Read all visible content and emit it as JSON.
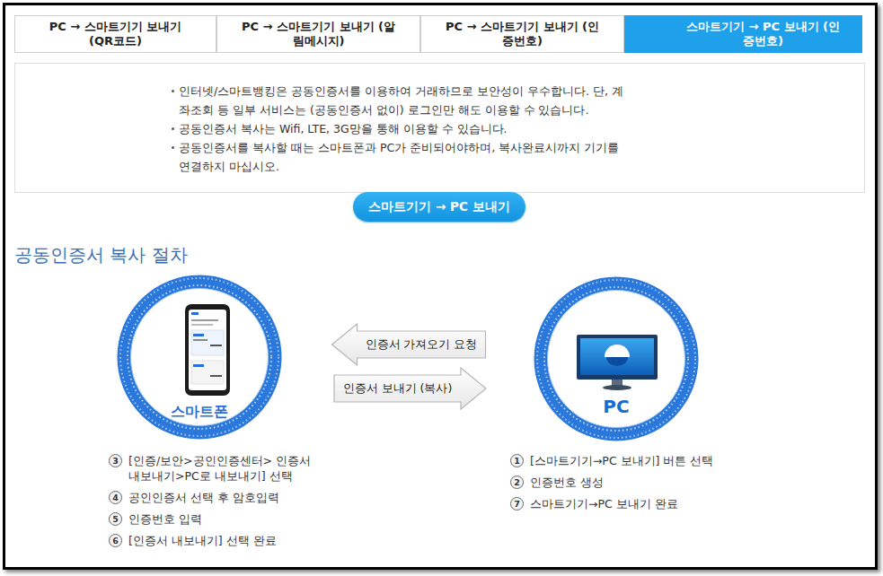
{
  "diagram": {
    "title": "공동인증서 복사 절차",
    "nodes": [
      {
        "text": [
          "PC → 스마트기기 보내기 (QR코드)"
        ]
      },
      {
        "text": [
          "PC → 스마트기기 보내기 (알림메시지)"
        ]
      },
      {
        "text": [
          "PC → 스마트기기 보내기 (인증번호)"
        ]
      },
      {
        "text": [
          "스마트기기 → PC 보내기 (인증번호)"
        ]
      },
      {
        "text": [
          "인터넷/스마트뱅킹은 공동인증서를 이용하여 거래하므로 보안성이 우수합니다. 단, 계좌조회 등 일부 서비스는 (공동인증서 없이) 로그인만 해도 이용할 수 있습니다.",
          "공동인증서 복사는 Wifi, LTE, 3G망을 통해 이용할 수 있습니다.",
          "공동인증서를 복사할 때는 스마트폰과 PC가 준비되어야하며, 복사완료시까지 기기를 연결하지 마십시오."
        ]
      },
      {
        "text": [
          "스마트기기 → PC 보내기"
        ]
      },
      {
        "text": [
          "스마트폰"
        ]
      },
      {
        "text": [
          "PC"
        ]
      }
    ],
    "edges": [
      {
        "from": 7,
        "to": 6,
        "arrow": "to",
        "label": "인증서 가져오기 요청"
      },
      {
        "from": 6,
        "to": 7,
        "arrow": "to",
        "label": "인증서 보내기 (복사)"
      }
    ],
    "labels": [
      "3",
      "[인증/보안>공인인증센터> 인증서 내보내기>PC로 내보내기] 선택",
      "4",
      "공인인증서 선택 후 암호입력",
      "5",
      "인증번호 입력",
      "6",
      "[인증서 내보내기] 선택 완료",
      "1",
      "[스마트기기→PC 보내기] 버튼 선택",
      "2",
      "인증번호 생성",
      "7",
      "스마트기기→PC 보내기 완료"
    ]
  }
}
